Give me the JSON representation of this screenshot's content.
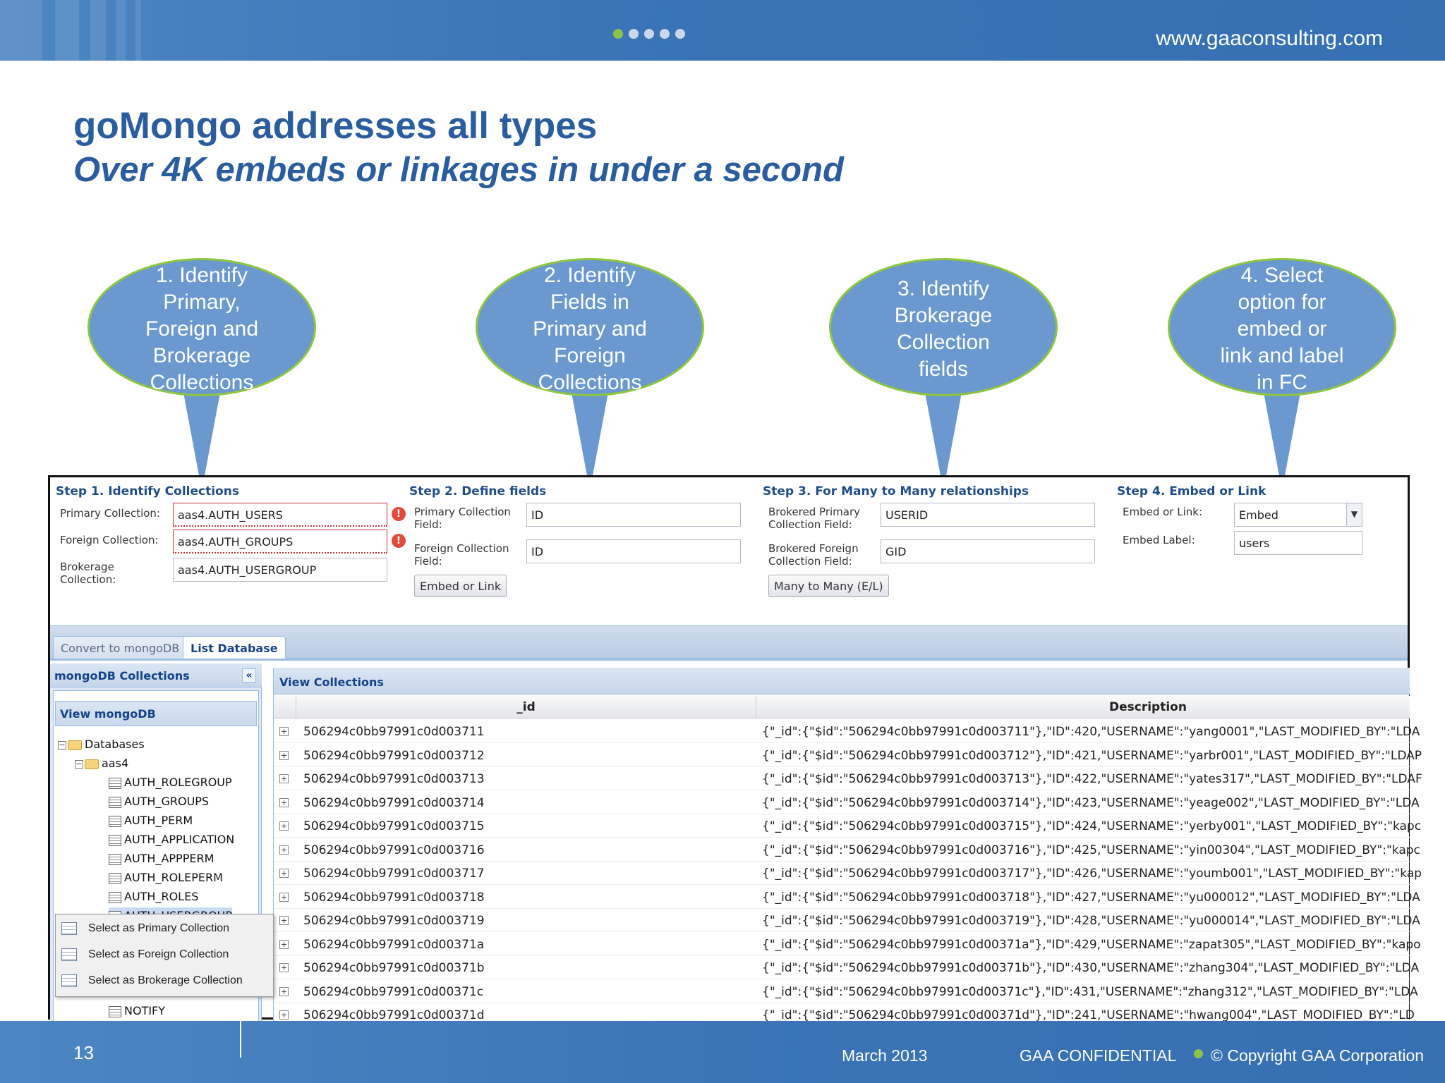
{
  "header": {
    "website": "www.gaaconsulting.com",
    "nav_dots": 5,
    "active_dot": 1,
    "accent_color": "#3b75b8",
    "active_dot_color": "#8bc34a"
  },
  "slide": {
    "title": "goMongo addresses all types",
    "subtitle": "Over 4K embeds or linkages in under a second"
  },
  "callouts": [
    {
      "lines": [
        "1. Identify",
        "Primary,",
        "Foreign and",
        "Brokerage",
        "Collections"
      ]
    },
    {
      "lines": [
        "2. Identify",
        "Fields in",
        "Primary and",
        "Foreign",
        "Collections"
      ]
    },
    {
      "lines": [
        "3. Identify",
        "Brokerage",
        "Collection",
        "fields"
      ]
    },
    {
      "lines": [
        "4. Select",
        "option for",
        "embed or",
        "link and label",
        "in FC"
      ]
    }
  ],
  "app": {
    "step1": {
      "title": "Step 1. Identify Collections",
      "primary_label": "Primary Collection:",
      "primary_value": "aas4.AUTH_USERS",
      "foreign_label": "Foreign Collection:",
      "foreign_value": "aas4.AUTH_GROUPS",
      "brokerage_label": "Brokerage Collection:",
      "brokerage_value": "aas4.AUTH_USERGROUP"
    },
    "step2": {
      "title": "Step 2. Define fields",
      "primary_field_label": "Primary Collection Field:",
      "primary_field_value": "ID",
      "foreign_field_label": "Foreign Collection Field:",
      "foreign_field_value": "ID",
      "button": "Embed or Link"
    },
    "step3": {
      "title": "Step 3. For Many to Many relationships",
      "brokered_primary_label": "Brokered Primary Collection Field:",
      "brokered_primary_value": "USERID",
      "brokered_foreign_label": "Brokered Foreign Collection Field:",
      "brokered_foreign_value": "GID",
      "button": "Many to Many (E/L)"
    },
    "step4": {
      "title": "Step 4. Embed or Link",
      "embed_label": "Embed or Link:",
      "embed_value": "Embed",
      "embed_label2": "Embed Label:",
      "embed_label_value": "users"
    },
    "tabs": [
      "Convert to mongoDB",
      "List Database"
    ],
    "active_tab": 1,
    "left_panel": {
      "title": "mongoDB Collections",
      "collapse": "«",
      "subheader": "View mongoDB",
      "root": "Databases",
      "db": "aas4",
      "collections": [
        "AUTH_ROLEGROUP",
        "AUTH_GROUPS",
        "AUTH_PERM",
        "AUTH_APPLICATION",
        "AUTH_APPPERM",
        "AUTH_ROLEPERM",
        "AUTH_ROLES",
        "AUTH_USERGROUP",
        "NOTIFY"
      ],
      "selected": "AUTH_USERGROUP"
    },
    "context_menu": [
      "Select as Primary Collection",
      "Select as Foreign Collection",
      "Select as Brokerage Collection"
    ],
    "grid": {
      "title": "View Collections",
      "columns": [
        "_id",
        "Description"
      ],
      "rows": [
        {
          "id": "506294c0bb97991c0d003711",
          "desc": "{\"_id\":{\"$id\":\"506294c0bb97991c0d003711\"},\"ID\":420,\"USERNAME\":\"yang0001\",\"LAST_MODIFIED_BY\":\"LDA"
        },
        {
          "id": "506294c0bb97991c0d003712",
          "desc": "{\"_id\":{\"$id\":\"506294c0bb97991c0d003712\"},\"ID\":421,\"USERNAME\":\"yarbr001\",\"LAST_MODIFIED_BY\":\"LDAP"
        },
        {
          "id": "506294c0bb97991c0d003713",
          "desc": "{\"_id\":{\"$id\":\"506294c0bb97991c0d003713\"},\"ID\":422,\"USERNAME\":\"yates317\",\"LAST_MODIFIED_BY\":\"LDAF"
        },
        {
          "id": "506294c0bb97991c0d003714",
          "desc": "{\"_id\":{\"$id\":\"506294c0bb97991c0d003714\"},\"ID\":423,\"USERNAME\":\"yeage002\",\"LAST_MODIFIED_BY\":\"LDA"
        },
        {
          "id": "506294c0bb97991c0d003715",
          "desc": "{\"_id\":{\"$id\":\"506294c0bb97991c0d003715\"},\"ID\":424,\"USERNAME\":\"yerby001\",\"LAST_MODIFIED_BY\":\"kapc"
        },
        {
          "id": "506294c0bb97991c0d003716",
          "desc": "{\"_id\":{\"$id\":\"506294c0bb97991c0d003716\"},\"ID\":425,\"USERNAME\":\"yin00304\",\"LAST_MODIFIED_BY\":\"kapc"
        },
        {
          "id": "506294c0bb97991c0d003717",
          "desc": "{\"_id\":{\"$id\":\"506294c0bb97991c0d003717\"},\"ID\":426,\"USERNAME\":\"youmb001\",\"LAST_MODIFIED_BY\":\"kap"
        },
        {
          "id": "506294c0bb97991c0d003718",
          "desc": "{\"_id\":{\"$id\":\"506294c0bb97991c0d003718\"},\"ID\":427,\"USERNAME\":\"yu000012\",\"LAST_MODIFIED_BY\":\"LDA"
        },
        {
          "id": "506294c0bb97991c0d003719",
          "desc": "{\"_id\":{\"$id\":\"506294c0bb97991c0d003719\"},\"ID\":428,\"USERNAME\":\"yu000014\",\"LAST_MODIFIED_BY\":\"LDA"
        },
        {
          "id": "506294c0bb97991c0d00371a",
          "desc": "{\"_id\":{\"$id\":\"506294c0bb97991c0d00371a\"},\"ID\":429,\"USERNAME\":\"zapat305\",\"LAST_MODIFIED_BY\":\"kapo"
        },
        {
          "id": "506294c0bb97991c0d00371b",
          "desc": "{\"_id\":{\"$id\":\"506294c0bb97991c0d00371b\"},\"ID\":430,\"USERNAME\":\"zhang304\",\"LAST_MODIFIED_BY\":\"LDA"
        },
        {
          "id": "506294c0bb97991c0d00371c",
          "desc": "{\"_id\":{\"$id\":\"506294c0bb97991c0d00371c\"},\"ID\":431,\"USERNAME\":\"zhang312\",\"LAST_MODIFIED_BY\":\"LDA"
        },
        {
          "id": "506294c0bb97991c0d00371d",
          "desc": "{\"_id\":{\"$id\":\"506294c0bb97991c0d00371d\"},\"ID\":241,\"USERNAME\":\"hwang004\",\"LAST_MODIFIED_BY\":\"LD"
        }
      ]
    }
  },
  "footer": {
    "page": "13",
    "date": "March 2013",
    "confidential": "GAA CONFIDENTIAL",
    "copyright": "© Copyright GAA Corporation"
  }
}
